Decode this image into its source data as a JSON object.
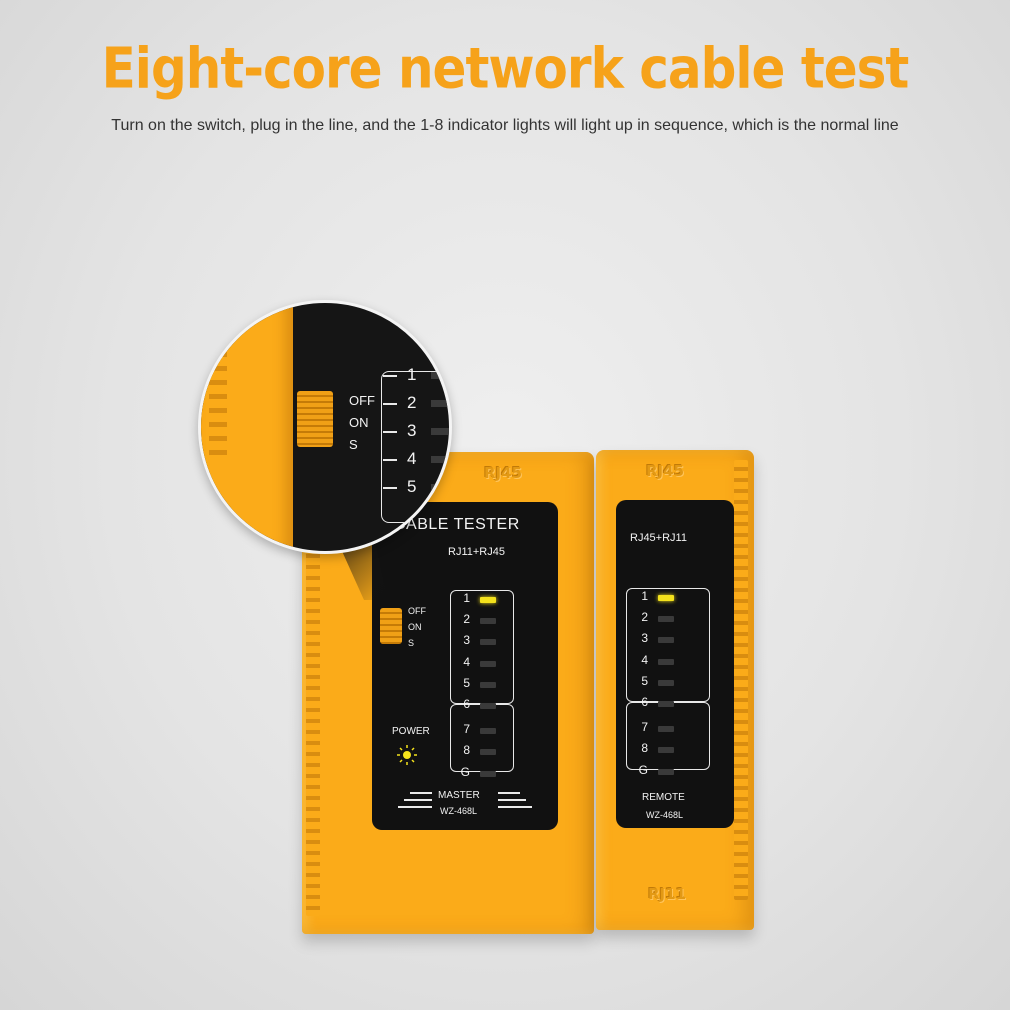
{
  "headline": "Eight-core network cable test",
  "subheadline": "Turn on the switch, plug in the line, and the 1-8 indicator lights will light up in sequence, which is the normal line",
  "colors": {
    "accent": "#f6a21a",
    "case": "#fbab19",
    "panel": "#111111",
    "led_on": "#f4e21c",
    "led_off": "#3a3a3a"
  },
  "master": {
    "emboss": "RJ45",
    "title": "CABLE TESTER",
    "ports": "RJ11+RJ45",
    "switch_labels": [
      "OFF",
      "ON",
      "S"
    ],
    "power_label": "POWER",
    "name": "MASTER",
    "model": "WZ-468L",
    "leds": [
      {
        "label": "1",
        "on": true
      },
      {
        "label": "2",
        "on": false
      },
      {
        "label": "3",
        "on": false
      },
      {
        "label": "4",
        "on": false
      },
      {
        "label": "5",
        "on": false
      },
      {
        "label": "6",
        "on": false
      },
      {
        "label": "7",
        "on": false
      },
      {
        "label": "8",
        "on": false
      },
      {
        "label": "G",
        "on": false
      }
    ]
  },
  "remote": {
    "emboss_top": "RJ45",
    "emboss_bottom": "RJ11",
    "ports": "RJ45+RJ11",
    "name": "REMOTE",
    "model": "WZ-468L",
    "leds": [
      {
        "label": "1",
        "on": true
      },
      {
        "label": "2",
        "on": false
      },
      {
        "label": "3",
        "on": false
      },
      {
        "label": "4",
        "on": false
      },
      {
        "label": "5",
        "on": false
      },
      {
        "label": "6",
        "on": false
      },
      {
        "label": "7",
        "on": false
      },
      {
        "label": "8",
        "on": false
      },
      {
        "label": "G",
        "on": false
      }
    ]
  },
  "zoom": {
    "switch_labels": [
      "OFF",
      "ON",
      "S"
    ],
    "numbers": [
      "1",
      "2",
      "3",
      "4",
      "5"
    ]
  }
}
